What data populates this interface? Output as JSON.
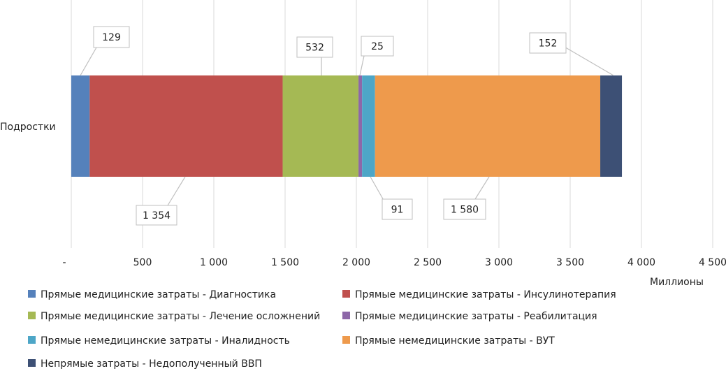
{
  "chart_data": {
    "type": "bar",
    "orientation": "horizontal",
    "stacked": true,
    "categories": [
      "Подростки"
    ],
    "xlabel": "Миллионы",
    "xlim": [
      0,
      4500
    ],
    "xticks": [
      0,
      500,
      1000,
      1500,
      2000,
      2500,
      3000,
      3500,
      4000,
      4500
    ],
    "xtick_labels": [
      "-",
      "500",
      "1 000",
      "1 500",
      "2 000",
      "2 500",
      "3 000",
      "3 500",
      "4 000",
      "4 500"
    ],
    "grid": true,
    "legend_position": "bottom",
    "series": [
      {
        "name": "Прямые медицинские затраты - Диагностика",
        "values": [
          129
        ],
        "label": "129",
        "color": "#5581BB"
      },
      {
        "name": "Прямые медицинские затраты - Инсулинотерапия",
        "values": [
          1354
        ],
        "label": "1 354",
        "color": "#C0504D"
      },
      {
        "name": "Прямые медицинские затраты - Лечение осложнений",
        "values": [
          532
        ],
        "label": "532",
        "color": "#A5B954"
      },
      {
        "name": "Прямые медицинские затраты - Реабилитация",
        "values": [
          25
        ],
        "label": "25",
        "color": "#8D67A8"
      },
      {
        "name": "Прямые немедицинские затраты - Иналидность",
        "values": [
          91
        ],
        "label": "91",
        "color": "#4DA6C7"
      },
      {
        "name": "Прямые немедицинские затраты - ВУТ",
        "values": [
          1580
        ],
        "label": "1 580",
        "color": "#EE9A4C"
      },
      {
        "name": "Непрямые затраты - Недополученный ВВП",
        "values": [
          152
        ],
        "label": "152",
        "color": "#3D5075"
      }
    ]
  }
}
